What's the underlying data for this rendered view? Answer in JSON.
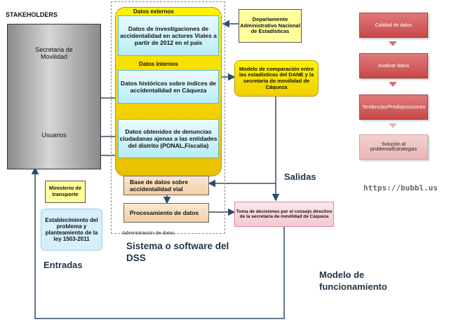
{
  "stakeholders": {
    "title": "STAKEHOLDERS",
    "secretaria": "Secretaria de Movilidad",
    "usuarios": "Usuarios"
  },
  "ministerio": "Ministerio de transporte",
  "establecimiento": "Establecimiento del problema y planteamiento de la ley 1503-2011",
  "entradas": "Entradas",
  "dss": {
    "datos_externos": "Datos externos",
    "box1": "Datos de investigaciones de accidentalidad en actores Viales a partir de 2012 en el país",
    "datos_internos": "Datos internos",
    "box2": "Datos históricos sobre índices de accidentalidad en Cáqueza",
    "box3": "Datos obtenidos de denuncias ciudadanas ajenas a las entidades del distrito (PONAL,Fiscalía)",
    "base_datos": "Base de datos sobre accidentalidad vial",
    "procesamiento": "Procesamiento de datos",
    "administracion": "Administración de datos",
    "sistema": "Sistema o software del DSS"
  },
  "dane": "Departamento Administrativo Nacional de Estadísticas",
  "modelo_comparacion": "Modelo de comparación entre las estadísticas del DANE y la secretaria de movilidad de Cáqueza",
  "salidas": "Salidas",
  "toma_decisiones": "Toma de decisiones por el consejo directivo de la secretaria de movilidad de Cáqueza",
  "modelo_funcionamiento": "Modelo de funcionamiento",
  "watermark": "https://bubbl.us",
  "flow": [
    "Calidad de datos",
    "Analizar datos",
    "Tendencias/Predisposiciones",
    "Solución al problema/Estrategias"
  ]
}
